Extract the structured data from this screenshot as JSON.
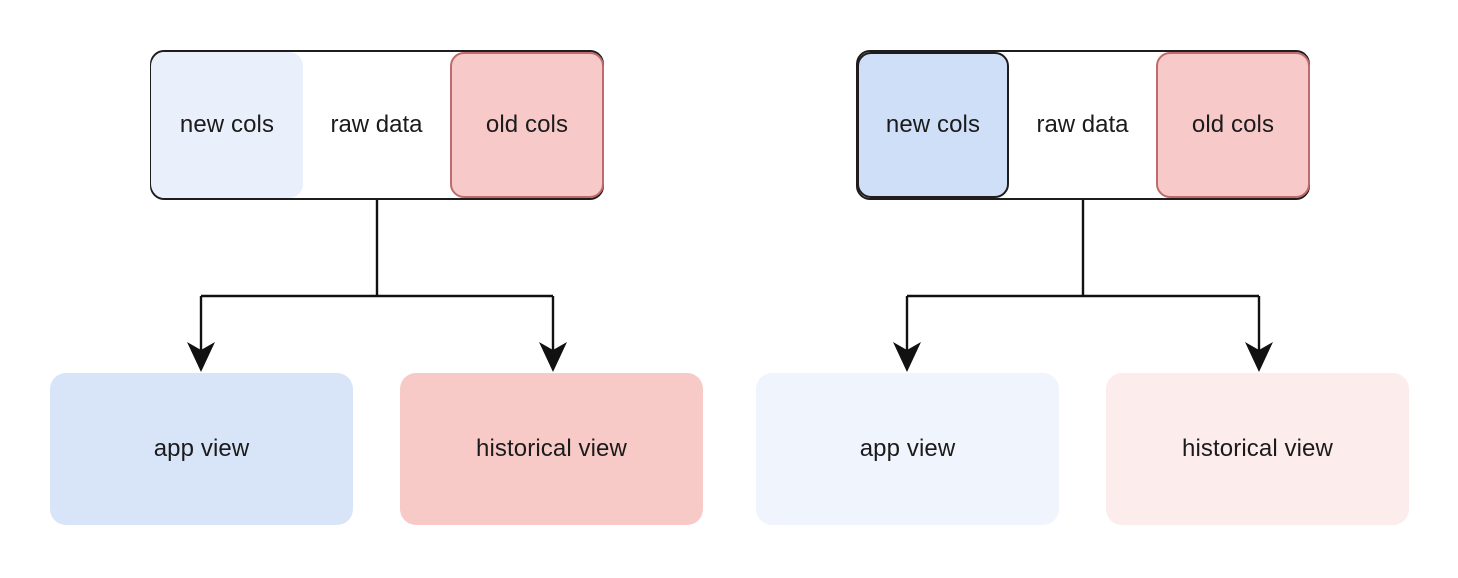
{
  "diagram": {
    "type": "flowchart",
    "background": "#ffffff",
    "text_color": "#1b1b1b",
    "connector_color": "#111111",
    "groups": [
      {
        "id": "left",
        "name": "new-columns-highlighted",
        "container": {
          "label": "raw data",
          "border_color": "#1d1d1d",
          "fill": "#ffffff"
        },
        "chips": [
          {
            "id": "new-cols",
            "label": "new cols",
            "fill": "#eaf0fb",
            "border_color": "transparent",
            "emphasis": "faded"
          },
          {
            "id": "old-cols",
            "label": "old cols",
            "fill": "#f8c9c9",
            "border_color": "#bf6b6b",
            "emphasis": "strong"
          }
        ],
        "nodes": [
          {
            "id": "app-view",
            "label": "app view",
            "fill": "#d8e5f9",
            "border_color": "transparent",
            "emphasis": "strong"
          },
          {
            "id": "historical-view",
            "label": "historical view",
            "fill": "#f8cac7",
            "border_color": "transparent",
            "emphasis": "strong"
          }
        ]
      },
      {
        "id": "right",
        "name": "app-view-faded",
        "container": {
          "label": "raw data",
          "border_color": "#1d1d1d",
          "fill": "#ffffff"
        },
        "chips": [
          {
            "id": "new-cols",
            "label": "new cols",
            "fill": "#cfdff7",
            "border_color": "#1d1d1d",
            "emphasis": "strong"
          },
          {
            "id": "old-cols",
            "label": "old cols",
            "fill": "#f8c9c9",
            "border_color": "#bf6b6b",
            "emphasis": "strong"
          }
        ],
        "nodes": [
          {
            "id": "app-view",
            "label": "app view",
            "fill": "#f0f4fd",
            "border_color": "transparent",
            "emphasis": "faded"
          },
          {
            "id": "historical-view",
            "label": "historical view",
            "fill": "#fceceb",
            "border_color": "transparent",
            "emphasis": "faded"
          }
        ]
      }
    ],
    "edges": [
      {
        "from": "raw data",
        "to": "app view"
      },
      {
        "from": "raw data",
        "to": "historical view"
      }
    ]
  }
}
